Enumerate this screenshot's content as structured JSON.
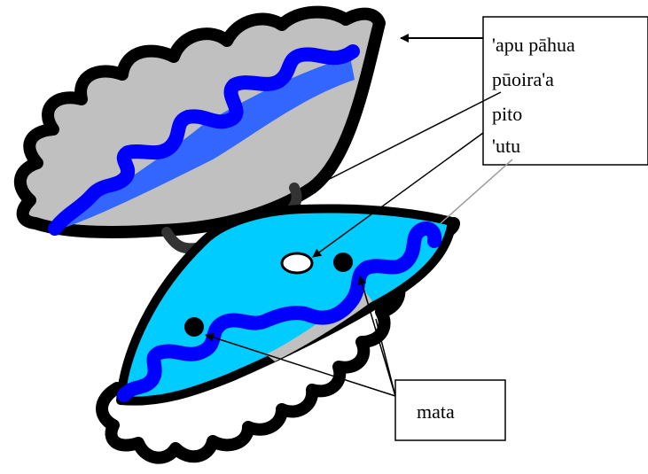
{
  "labels": {
    "top_box": {
      "lines": [
        "'apu pāhua",
        "pūoira'a",
        "pito",
        "'utu"
      ]
    },
    "bottom_box": {
      "text": "mata"
    }
  },
  "colors": {
    "outline": "#000000",
    "shell_top_fill": "#c0c0c0",
    "shell_bottom_fill": "#00ccff",
    "mantle_edge": "#0000ff",
    "mantle_stripe": "#3366ff",
    "hinge": "#333333",
    "siphon": "#ffffff",
    "eye": "#000000",
    "pointer_gray": "#999999"
  }
}
